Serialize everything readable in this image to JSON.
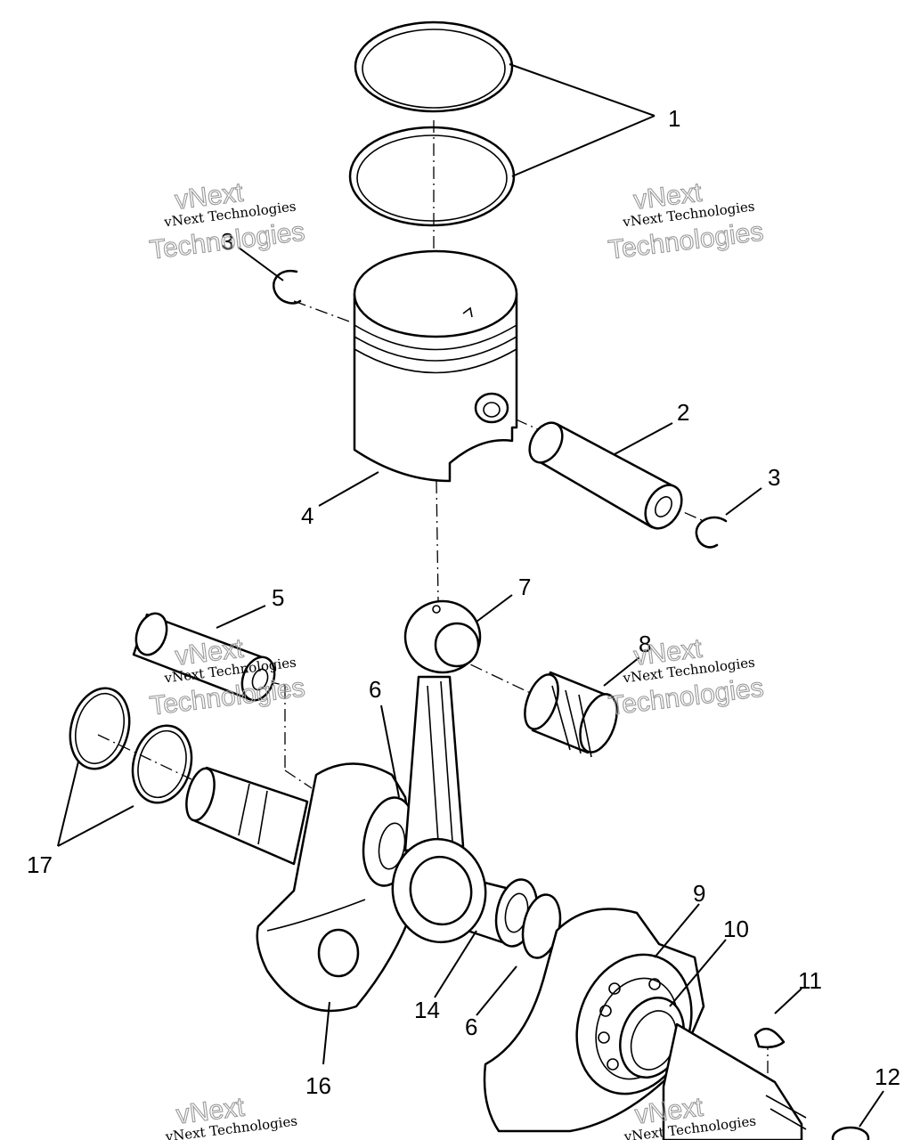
{
  "callouts": {
    "c1": "1",
    "c2": "2",
    "c3a": "3",
    "c3b": "3",
    "c4": "4",
    "c5": "5",
    "c6a": "6",
    "c6b": "6",
    "c7": "7",
    "c8": "8",
    "c9": "9",
    "c10": "10",
    "c11": "11",
    "c12": "12",
    "c14": "14",
    "c16": "16",
    "c17": "17"
  },
  "watermark": {
    "line_small": "vNext Technologies",
    "line_big_top": "vNext",
    "line_big_bottom": "Technologies"
  },
  "colors": {
    "line": "#000000",
    "background": "#ffffff",
    "watermark_outline": "#9a9a9a"
  }
}
